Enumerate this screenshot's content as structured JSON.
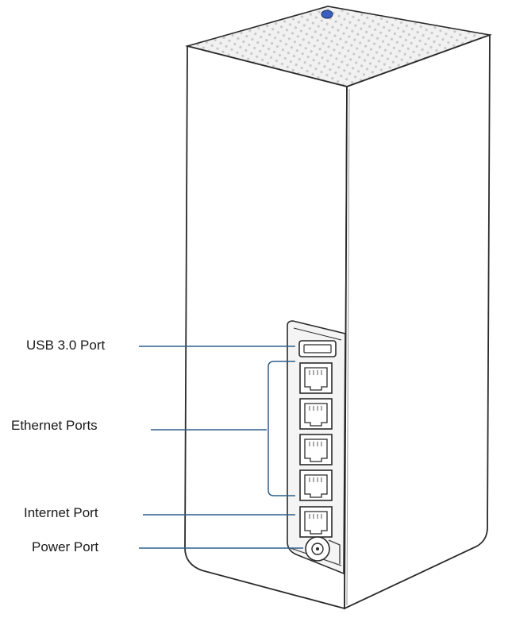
{
  "diagram": {
    "device": "mesh-router-rear-view",
    "colors": {
      "outline": "#2a2a2a",
      "leader": "#2f5f8a",
      "led": "#3a5fc0",
      "top_texture": "#cfcfcf",
      "panel": "#f4f4f4"
    },
    "labels": [
      {
        "key": "usb",
        "text": "USB 3.0 Port"
      },
      {
        "key": "ethernet",
        "text": "Ethernet Ports"
      },
      {
        "key": "internet",
        "text": "Internet Port"
      },
      {
        "key": "power",
        "text": "Power Port"
      }
    ],
    "ethernet_port_count": 4
  }
}
